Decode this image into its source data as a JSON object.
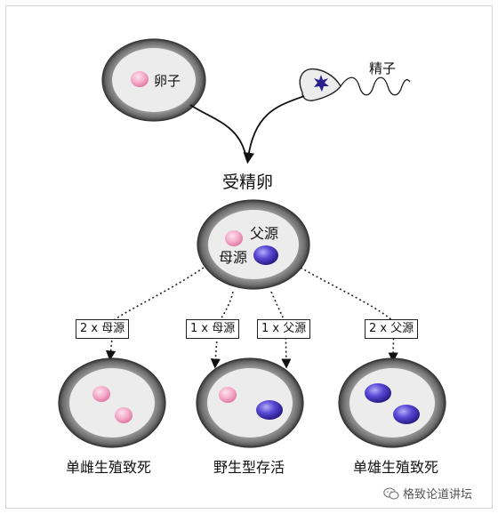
{
  "labels": {
    "egg": "卵子",
    "sperm": "精子",
    "zygote": "受精卵",
    "paternal": "父源",
    "maternal": "母源"
  },
  "boxes": {
    "box1": "2 x 母源",
    "box2": "1 x 母源",
    "box3": "1 x 父源",
    "box4": "2 x 父源"
  },
  "outcomes": {
    "gynogenetic": "单雌生殖致死",
    "wildtype": "野生型存活",
    "androgenetic": "单雄生殖致死"
  },
  "watermark": "格致论道讲坛",
  "colors": {
    "maternal_pronucleus": "#f2a6c4",
    "paternal_pronucleus": "#4a3bc2",
    "cell_ring": "#7a7a7a",
    "cytoplasm": "#ececec",
    "sperm_star": "#2a1d8c"
  }
}
